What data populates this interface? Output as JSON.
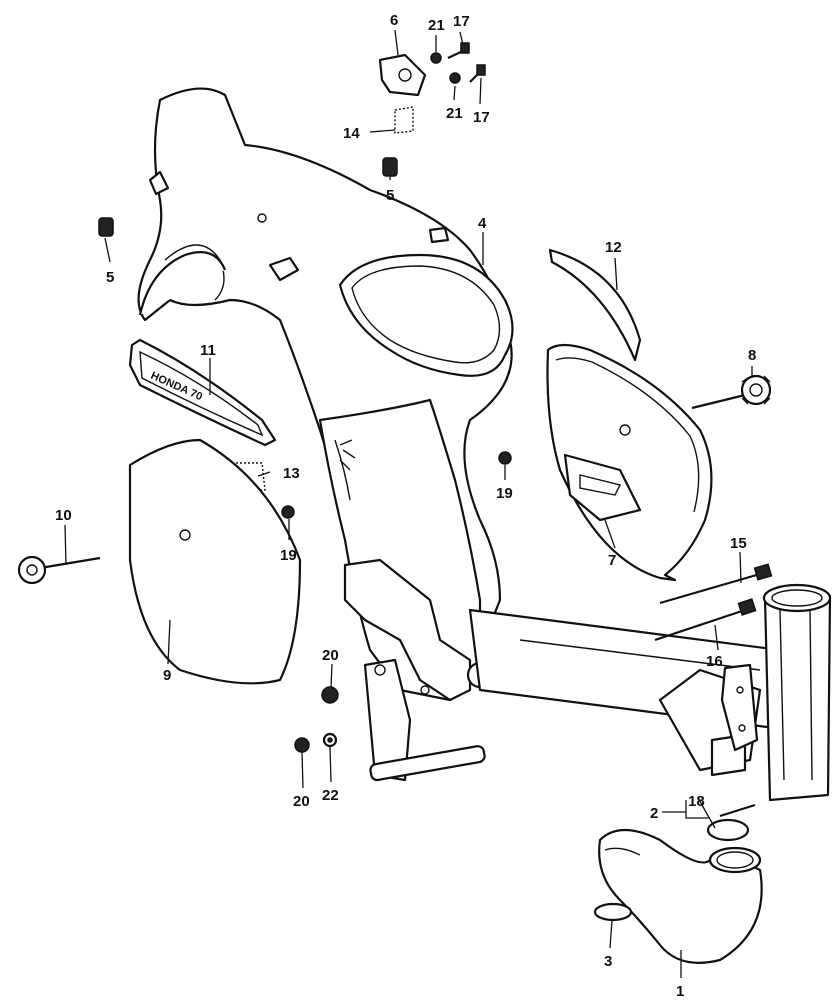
{
  "callouts": [
    {
      "id": "c6a",
      "text": "6"
    },
    {
      "id": "c21a",
      "text": "21"
    },
    {
      "id": "c17a",
      "text": "17"
    },
    {
      "id": "c21b",
      "text": "21"
    },
    {
      "id": "c17b",
      "text": "17"
    },
    {
      "id": "c14",
      "text": "14"
    },
    {
      "id": "c5a",
      "text": "5"
    },
    {
      "id": "c5b",
      "text": "5"
    },
    {
      "id": "c4",
      "text": "4"
    },
    {
      "id": "c12",
      "text": "12"
    },
    {
      "id": "c11",
      "text": "11"
    },
    {
      "id": "c8",
      "text": "8"
    },
    {
      "id": "c13",
      "text": "13"
    },
    {
      "id": "c19a",
      "text": "19"
    },
    {
      "id": "c19b",
      "text": "19"
    },
    {
      "id": "c10",
      "text": "10"
    },
    {
      "id": "c7",
      "text": "7"
    },
    {
      "id": "c15",
      "text": "15"
    },
    {
      "id": "c9",
      "text": "9"
    },
    {
      "id": "c20a",
      "text": "20"
    },
    {
      "id": "c16",
      "text": "16"
    },
    {
      "id": "c20b",
      "text": "20"
    },
    {
      "id": "c22",
      "text": "22"
    },
    {
      "id": "c2",
      "text": "2"
    },
    {
      "id": "c18",
      "text": "18"
    },
    {
      "id": "c3",
      "text": "3"
    },
    {
      "id": "c1",
      "text": "1"
    }
  ],
  "emblem_text": "HONDA 70"
}
